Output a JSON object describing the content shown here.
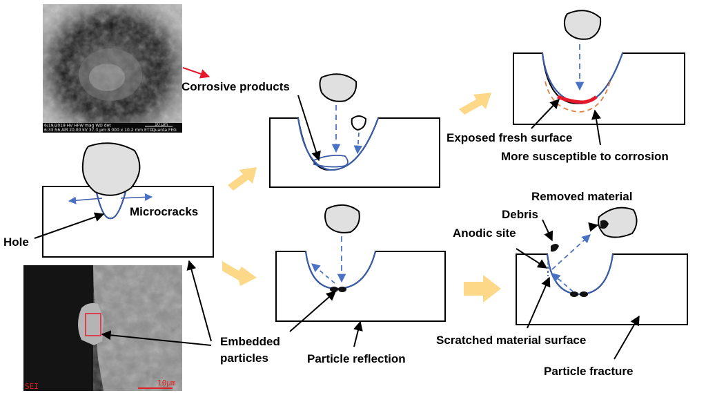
{
  "labels": {
    "corrosive_products": "Corrosive products",
    "exposed_fresh_surface": "Exposed fresh surface",
    "more_susceptible": "More susceptible to corrosion",
    "microcracks": "Microcracks",
    "hole": "Hole",
    "removed_material": "Removed material",
    "debris": "Debris",
    "anodic_site": "Anodic site",
    "embedded_particles_line1": "Embedded",
    "embedded_particles_line2": "particles",
    "particle_reflection": "Particle reflection",
    "scratched_material_surface": "Scratched material surface",
    "particle_fracture": "Particle fracture"
  },
  "sem_top": {
    "info_line1": "6/19/2019   HV    HFW   mag    WD   det",
    "info_line2": "6:33:56 AM  20.00 kV  37.3 µm  8 000 x  10.2 mm  ETD",
    "scale_text": "10 µm",
    "brand": "Quanta FEG"
  },
  "sem_bottom": {
    "tag": "SEI",
    "scale_text": "10µm"
  },
  "colors": {
    "surface_line": "#3a5ba8",
    "box_line": "#000000",
    "dashed_arrow": "#4a72c4",
    "block_arrow": "#fcd888",
    "red": "#e6192b",
    "orange_dash": "#e08040",
    "particle_fill": "#e0e0e0"
  }
}
